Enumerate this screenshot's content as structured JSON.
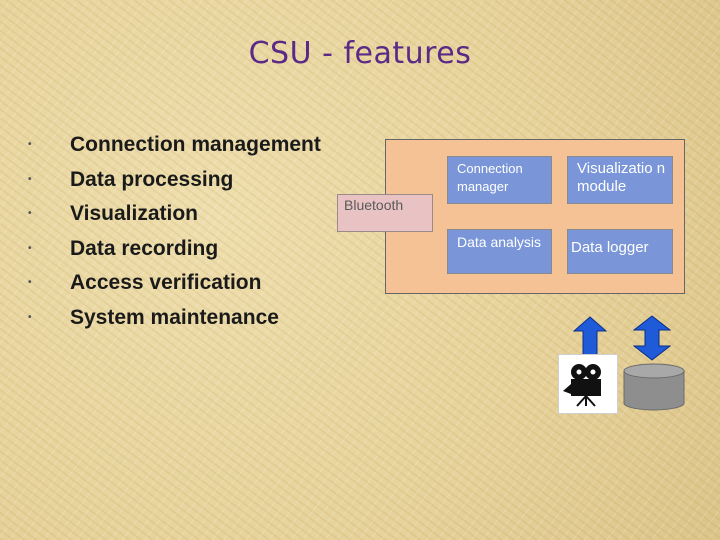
{
  "slide": {
    "title": "CSU - features",
    "bullets": [
      "Connection management",
      "Data processing",
      "Visualization",
      "Data recording",
      "Access verification",
      "System maintenance"
    ],
    "bullet_glyph": "•"
  },
  "diagram": {
    "bluetooth_label": "Bluetooth",
    "modules": [
      {
        "label": "Connection manager"
      },
      {
        "label": "Visualizatio n module"
      },
      {
        "label": "Data analysis"
      },
      {
        "label": "Data logger"
      }
    ],
    "icons": [
      "up-arrow-icon",
      "double-arrow-icon",
      "camera-icon",
      "database-icon"
    ],
    "colors": {
      "title": "#5b2a86",
      "main_box": "#f5c296",
      "module_box": "#7a96d8",
      "bluetooth_box": "#e9c3c3",
      "arrow": "#1f5bd8"
    }
  }
}
